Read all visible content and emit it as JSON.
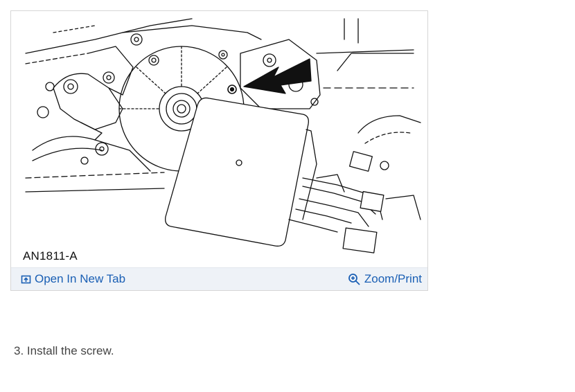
{
  "figure": {
    "label": "AN1811-A",
    "open_link_label": "Open In New Tab",
    "zoom_link_label": "Zoom/Print",
    "link_color": "#1a5fb4",
    "toolbar_bg": "#eef2f7",
    "open_icon": "open-new-tab-icon",
    "zoom_icon": "magnifier-plus-icon"
  },
  "instruction": {
    "text": "3. Install the screw."
  }
}
